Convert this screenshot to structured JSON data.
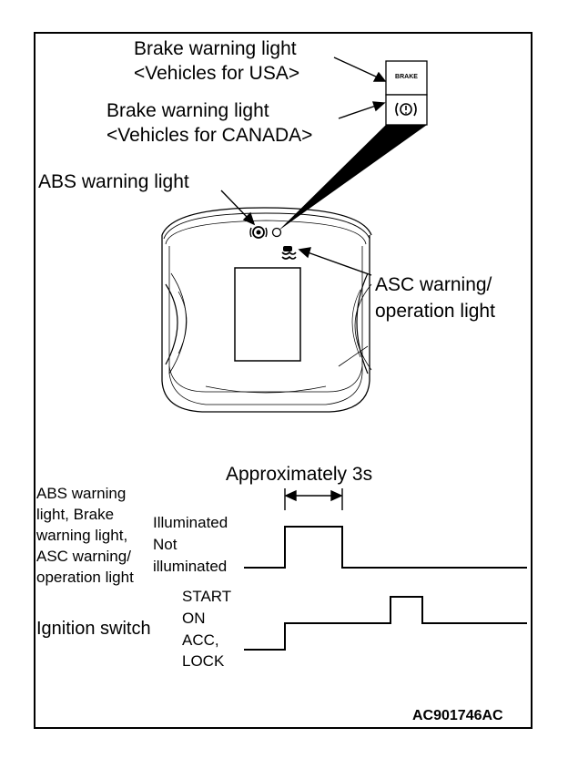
{
  "labels": {
    "brake_usa_line1": "Brake warning light",
    "brake_usa_line2": "<Vehicles for USA>",
    "brake_canada_line1": "Brake warning light",
    "brake_canada_line2": "<Vehicles for CANADA>",
    "abs_warning": "ABS warning light",
    "asc_line1": "ASC warning/",
    "asc_line2": "operation light",
    "brake_icon_text": "BRAKE",
    "brake_canada_icon_text": "(!)",
    "abs_icon_text": "(ABS)"
  },
  "timing": {
    "duration": "Approximately 3s",
    "lamp_signal": [
      "ABS warning",
      "light, Brake",
      "warning light,",
      "ASC warning/",
      "operation light"
    ],
    "lamp_states": {
      "on": "Illuminated",
      "off_line1": "Not",
      "off_line2": "illuminated"
    },
    "ignition_signal": "Ignition switch",
    "ignition_states": {
      "start": "START",
      "on": "ON",
      "acc_line1": "ACC,",
      "acc_line2": "LOCK"
    }
  },
  "figure_code": "AC901746AC"
}
